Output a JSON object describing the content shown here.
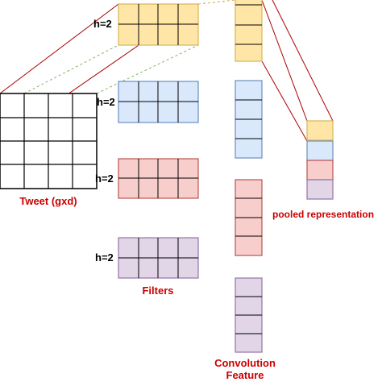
{
  "colors": {
    "tweet_fill": "#ffffff",
    "tweet_stroke": "#000000",
    "filter1_fill": "#ffe6a6",
    "filter1_stroke": "#d6b656",
    "filter2_fill": "#dae8fc",
    "filter2_stroke": "#6c8ebf",
    "filter3_fill": "#f8cecc",
    "filter3_stroke": "#b85450",
    "filter4_fill": "#e1d5e7",
    "filter4_stroke": "#9673a6",
    "label_red": "#cc0000",
    "connector_red": "#aa0000",
    "connector_green": "#82b366",
    "connector_yellow": "#d6b656"
  },
  "tweet": {
    "label": "Tweet (gxd)"
  },
  "filters": {
    "label": "Filters",
    "items": [
      {
        "h_label": "h=2",
        "color": "yellow"
      },
      {
        "h_label": "h=2",
        "color": "blue"
      },
      {
        "h_label": "h=2",
        "color": "red"
      },
      {
        "h_label": "h=2",
        "color": "purple"
      }
    ]
  },
  "convolution": {
    "label_line1": "Convolution",
    "label_line2": "Feature"
  },
  "pooled": {
    "label": "pooled representation"
  }
}
